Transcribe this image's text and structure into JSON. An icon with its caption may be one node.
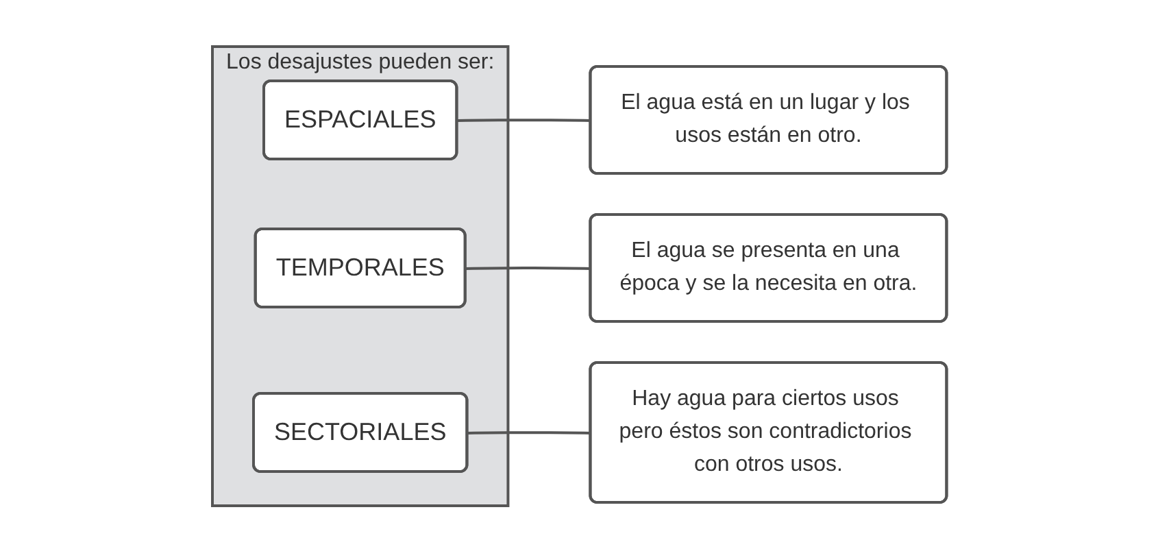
{
  "diagram": {
    "nodes": [
      {
        "text": [
          "Los desajustes pueden ser:"
        ]
      },
      {
        "text": [
          "ESPACIALES"
        ],
        "in": 0
      },
      {
        "text": [
          "TEMPORALES"
        ],
        "in": 0
      },
      {
        "text": [
          "SECTORIALES"
        ],
        "in": 0
      },
      {
        "text": [
          "El agua está en un lugar y los usos están en otro."
        ]
      },
      {
        "text": [
          "El agua se presenta en una época y se la necesita en otra."
        ]
      },
      {
        "text": [
          "Hay agua para ciertos usos pero éstos son contradictorios con otros usos."
        ]
      }
    ],
    "edges": [
      {
        "from": 1,
        "to": 4,
        "arrow": "none"
      },
      {
        "from": 2,
        "to": 5,
        "arrow": "none"
      },
      {
        "from": 3,
        "to": 6,
        "arrow": "none"
      }
    ]
  }
}
